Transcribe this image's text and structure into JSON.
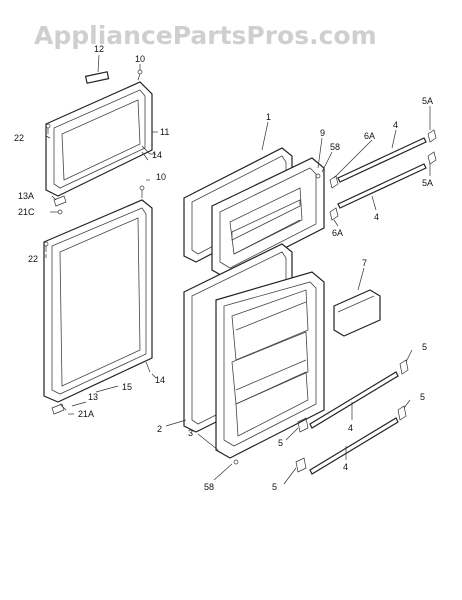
{
  "watermark": "AppliancePartsPros.com",
  "labels": {
    "l12": "12",
    "l10a": "10",
    "l22a": "22",
    "l11": "11",
    "l14a": "14",
    "l13a": "13A",
    "l21c": "21C",
    "l10b": "10",
    "l22b": "22",
    "l14b": "14",
    "l13": "13",
    "l15": "15",
    "l21a": "21A",
    "l1": "1",
    "l9": "9",
    "l58a": "58",
    "l6a1": "6A",
    "l4a": "4",
    "l5a1": "5A",
    "l5a2": "5A",
    "l6a2": "6A",
    "l4b": "4",
    "l7": "7",
    "l2": "2",
    "l3": "3",
    "l58b": "58",
    "l5a": "5",
    "l5b": "5",
    "l5c": "5",
    "l5d": "5",
    "l4c": "4",
    "l4d": "4"
  }
}
